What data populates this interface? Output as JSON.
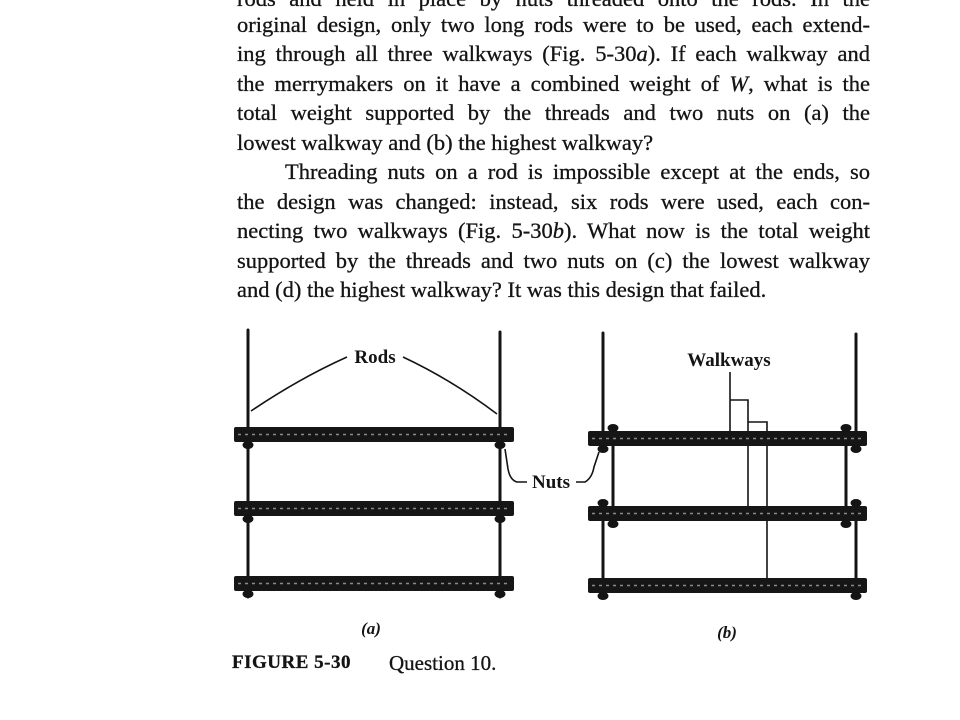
{
  "colors": {
    "ink": "#141414",
    "paper": "#ffffff"
  },
  "document": {
    "paragraphs": [
      {
        "lines": [
          [
            {
              "text": "rods and held in place by nuts threaded onto the rods. In the"
            }
          ],
          [
            {
              "text": "original design, only two long rods were to be used, each extend-"
            }
          ],
          [
            {
              "text": "ing through all three walkways (Fig. 5-30"
            },
            {
              "text": "a",
              "italic": true
            },
            {
              "text": "). If each walkway and"
            }
          ],
          [
            {
              "text": "the merrymakers on it have a combined weight of "
            },
            {
              "text": "W",
              "italic": true
            },
            {
              "text": ", what is the"
            }
          ],
          [
            {
              "text": "total weight supported by the threads and two nuts on (a) the"
            }
          ],
          [
            {
              "text": "lowest walkway and (b) the highest walkway?"
            }
          ]
        ]
      },
      {
        "lines": [
          [
            {
              "text": "Threading nuts on a rod is impossible except at the ends, so"
            }
          ],
          [
            {
              "text": "the design was changed: instead, six rods were used, each con-"
            }
          ],
          [
            {
              "text": "necting two walkways (Fig. 5-30"
            },
            {
              "text": "b",
              "italic": true
            },
            {
              "text": "). What now is the total weight"
            }
          ],
          [
            {
              "text": "supported by the threads and two nuts on (c) the lowest walkway"
            }
          ],
          [
            {
              "text": "and (d) the highest walkway? It was this design that failed."
            }
          ]
        ]
      }
    ]
  },
  "figure": {
    "labels": {
      "rods": "Rods",
      "nuts": "Nuts",
      "walkways": "Walkways"
    },
    "panel_a_caption": "(a)",
    "panel_b_caption": "(b)",
    "caption": {
      "label": "FIGURE 5-30",
      "text": "Question 10."
    }
  }
}
